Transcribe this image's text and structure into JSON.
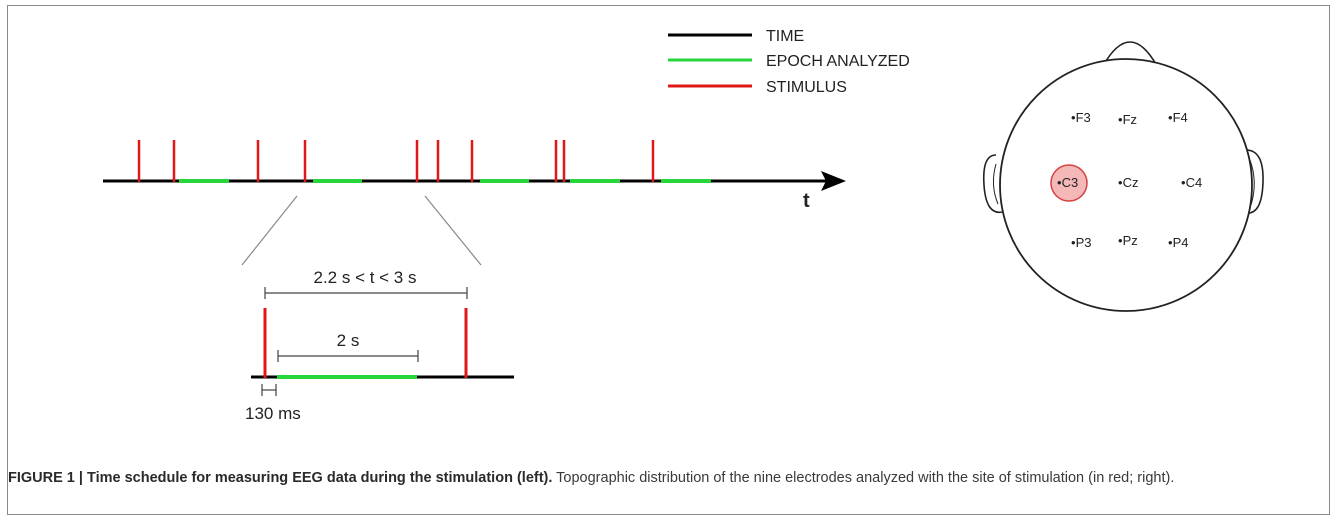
{
  "legend": {
    "time": "TIME",
    "epoch": "EPOCH ANALYZED",
    "stimulus": "STIMULUS"
  },
  "colors": {
    "time": "#000000",
    "epoch": "#27d63a",
    "stimulus": "#e01818",
    "highlight_fill": "#f4b8b8",
    "highlight_stroke": "#d54040",
    "text": "#222222"
  },
  "timeline": {
    "axis_label": "t"
  },
  "zoom": {
    "range_label": "2.2 s < t < 3 s",
    "epoch_label": "2 s",
    "offset_label": "130 ms"
  },
  "head": {
    "electrodes": [
      "F3",
      "Fz",
      "F4",
      "C3",
      "Cz",
      "C4",
      "P3",
      "Pz",
      "P4"
    ],
    "stimulation_site": "C3"
  },
  "caption": {
    "lead": "FIGURE 1 | Time schedule for measuring EEG data during the stimulation (left).",
    "body": " Topographic distribution of the nine electrodes analyzed with the site of stimulation (in red; right)."
  }
}
